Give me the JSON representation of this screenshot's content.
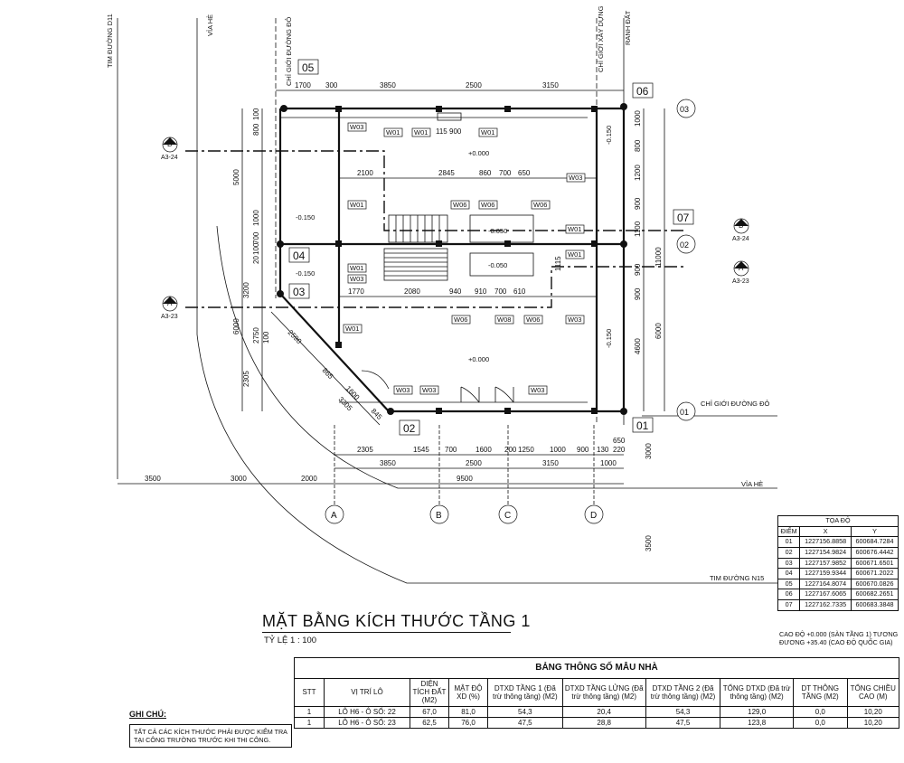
{
  "title": "MẶT BẰNG KÍCH THƯỚC TẦNG 1",
  "scale": "TỶ LỆ   1 : 100",
  "streets": {
    "d11": "TIM ĐƯỜNG D11",
    "n15": "TIM ĐƯỜNG N15",
    "via_he_left": "VỈA HÈ",
    "via_he_bottom": "VỈA HÈ",
    "chi_gioi_duong_do_top": "CHỈ GIỚI ĐƯỜNG ĐỎ",
    "chi_gioi_duong_do_right": "CHỈ GIỚI ĐƯỜNG ĐỎ",
    "chi_gioi_xay_dung": "CHỈ GIỚI XÂY DỰNG",
    "ranh_dat": "RANH ĐẤT"
  },
  "points": [
    "01",
    "02",
    "03",
    "04",
    "05",
    "06",
    "07"
  ],
  "axes": {
    "cols": [
      "A",
      "B",
      "C",
      "D"
    ],
    "rows": [
      "01",
      "02",
      "03"
    ]
  },
  "section_marks": {
    "b_left": {
      "letter": "B",
      "ref": "A3-24"
    },
    "a_left": {
      "letter": "A",
      "ref": "A3-23"
    },
    "b_right": {
      "letter": "B",
      "ref": "A3-24"
    },
    "a_right": {
      "letter": "A",
      "ref": "A3-23"
    }
  },
  "dims": {
    "top1": [
      "1700",
      "300",
      "3850",
      "2500",
      "3150"
    ],
    "top_inner": [
      "115",
      "900"
    ],
    "mid1": [
      "2100",
      "2845",
      "860",
      "700",
      "650"
    ],
    "mid2": [
      "1770",
      "2080",
      "940",
      "910",
      "700",
      "610"
    ],
    "bot1": [
      "2305",
      "1545",
      "700",
      "1600",
      "200",
      "1250",
      "1000",
      "900",
      "130",
      "220"
    ],
    "bot1_extra": "650",
    "bot2": [
      "3850",
      "2500",
      "3150",
      "1000"
    ],
    "bot3": [
      "3500",
      "3000",
      "2000",
      "9500"
    ],
    "left_total": [
      "5000",
      "6000"
    ],
    "left_parts": [
      "100",
      "800",
      "1000",
      "700",
      "100",
      "20",
      "3200",
      "2305",
      "2750",
      "100"
    ],
    "right1": [
      "1000",
      "800",
      "1200",
      "900",
      "1100",
      "900",
      "1115",
      "900",
      "4600"
    ],
    "right_total": [
      "11000",
      "6000"
    ],
    "vert_bottom": [
      "3000",
      "3500"
    ],
    "diag": [
      "2590",
      "865",
      "1600",
      "3305",
      "845"
    ]
  },
  "levels": {
    "l1": "+0.000",
    "l2": "+0.000",
    "w1": "-0.150",
    "w2": "-0.150",
    "w3": "-0.150",
    "w4": "-0.150",
    "wc1": "-0.050",
    "wc2": "-0.050"
  },
  "openings": {
    "w03": "W03",
    "w01": "W01",
    "w06": "W06",
    "w08": "W08"
  },
  "coords": {
    "heading": "TỌA ĐỘ",
    "headers": [
      "ĐIỂM",
      "X",
      "Y"
    ],
    "rows": [
      [
        "01",
        "1227156.8858",
        "600684.7284"
      ],
      [
        "02",
        "1227154.9824",
        "600676.4442"
      ],
      [
        "03",
        "1227157.9852",
        "600671.6501"
      ],
      [
        "04",
        "1227159.9344",
        "600671.2022"
      ],
      [
        "05",
        "1227164.8074",
        "600670.0826"
      ],
      [
        "06",
        "1227167.6065",
        "600682.2651"
      ],
      [
        "07",
        "1227162.7335",
        "600683.3848"
      ]
    ],
    "note": "CAO ĐỘ +0.000 (SÀN TẦNG 1) TƯƠNG ĐƯƠNG +35.40 (CAO ĐỘ QUỐC GIA)"
  },
  "spec": {
    "caption": "BẢNG THÔNG SỐ MẪU NHÀ",
    "headers": [
      "STT",
      "VỊ TRÍ LÔ",
      "DIỆN TÍCH ĐẤT (M2)",
      "MẬT ĐỘ XD (%)",
      "DTXD TẦNG 1 (Đã trừ thông tầng) (M2)",
      "DTXD TẦNG LỬNG (Đã trừ thông tầng) (M2)",
      "DTXD TẦNG 2 (Đã trừ thông tầng) (M2)",
      "TỔNG DTXD (Đã trừ thông tầng) (M2)",
      "DT THÔNG TẦNG (M2)",
      "TỔNG CHIỀU CAO (M)"
    ],
    "rows": [
      [
        "1",
        "LÔ H6 - Ô SỐ: 22",
        "67,0",
        "81,0",
        "54,3",
        "20,4",
        "54,3",
        "129,0",
        "0,0",
        "10,20"
      ],
      [
        "1",
        "LÔ H6 - Ô SỐ: 23",
        "62,5",
        "76,0",
        "47,5",
        "28,8",
        "47,5",
        "123,8",
        "0,0",
        "10,20"
      ]
    ]
  },
  "notes": {
    "heading": "GHI CHÚ:",
    "body": "TẤT CẢ CÁC KÍCH THƯỚC PHẢI ĐƯỢC KIỂM TRA TẠI CÔNG TRƯỜNG TRƯỚC KHI THI CÔNG."
  }
}
